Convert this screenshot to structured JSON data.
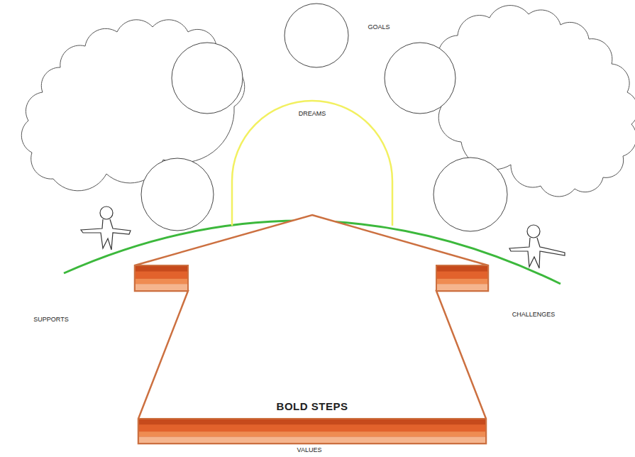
{
  "diagram": {
    "nodes": [
      {
        "text": [
          "DREAMS"
        ]
      },
      {
        "text": [
          "BOLD STEPS"
        ]
      }
    ],
    "labels": [
      "GOALS",
      "SUPPORTS",
      "CHALLENGES",
      "VALUES"
    ]
  }
}
